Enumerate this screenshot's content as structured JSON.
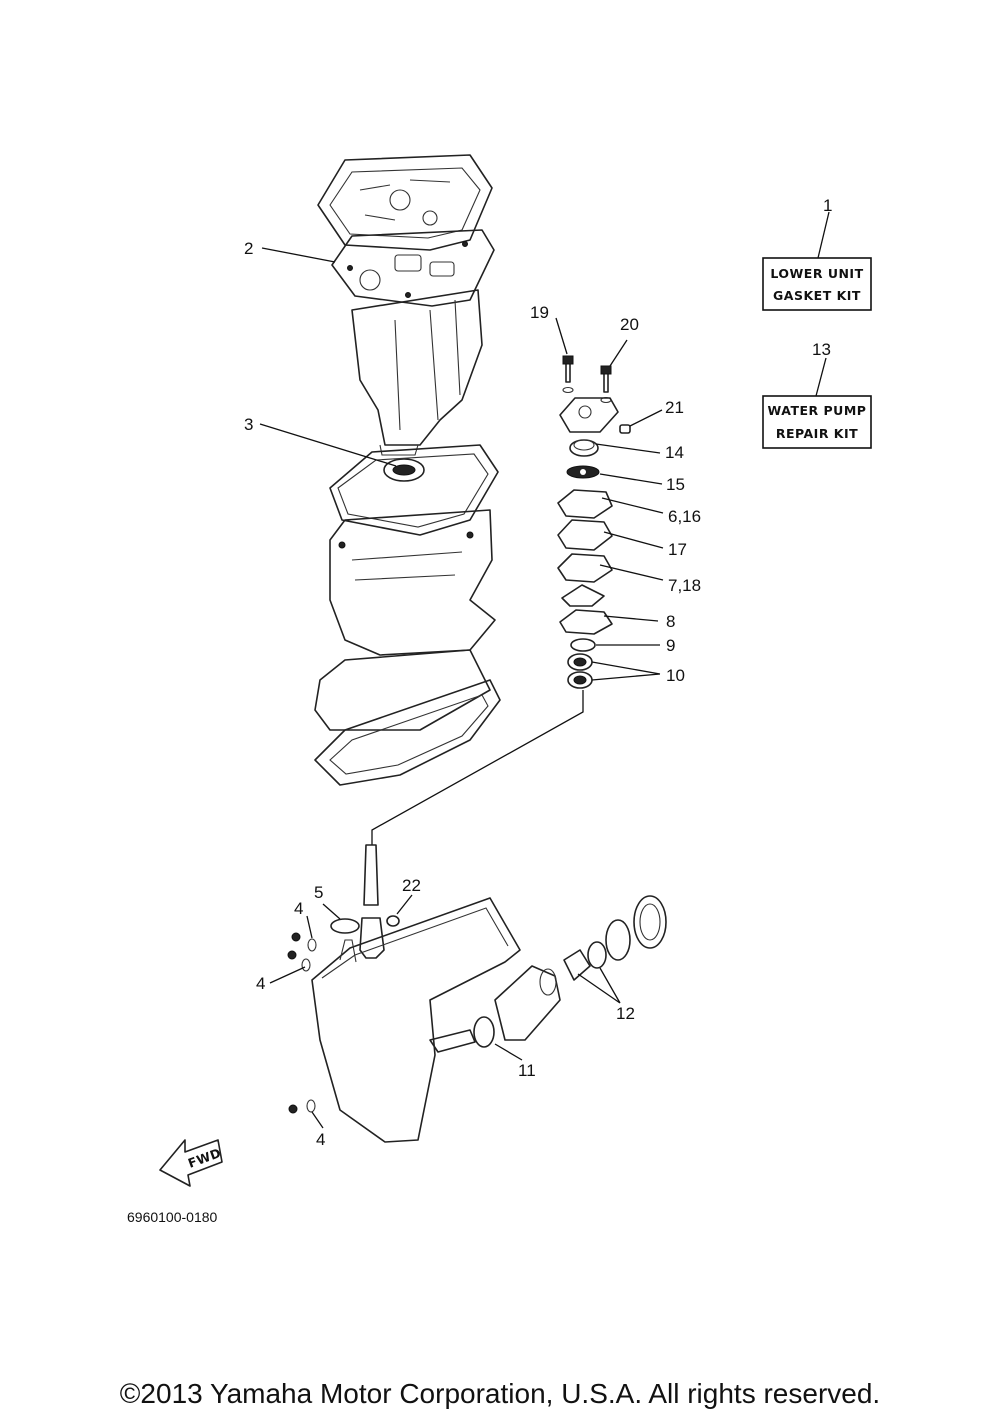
{
  "callouts": {
    "c1": "1",
    "c2": "2",
    "c3": "3",
    "c4a": "4",
    "c4b": "4",
    "c4c": "4",
    "c5": "5",
    "c6_16": "6,16",
    "c7_18": "7,18",
    "c8": "8",
    "c9": "9",
    "c10": "10",
    "c11": "11",
    "c12": "12",
    "c13": "13",
    "c14": "14",
    "c15": "15",
    "c17": "17",
    "c19": "19",
    "c20": "20",
    "c21": "21",
    "c22": "22"
  },
  "kits": {
    "lower_unit": {
      "line1": "LOWER UNIT",
      "line2": "GASKET KIT"
    },
    "water_pump": {
      "line1": "WATER PUMP",
      "line2": "REPAIR KIT"
    }
  },
  "fwd_label": "FWD",
  "diagram_code": "6960100-0180",
  "copyright": "©2013 Yamaha Motor Corporation, U.S.A. All rights reserved."
}
